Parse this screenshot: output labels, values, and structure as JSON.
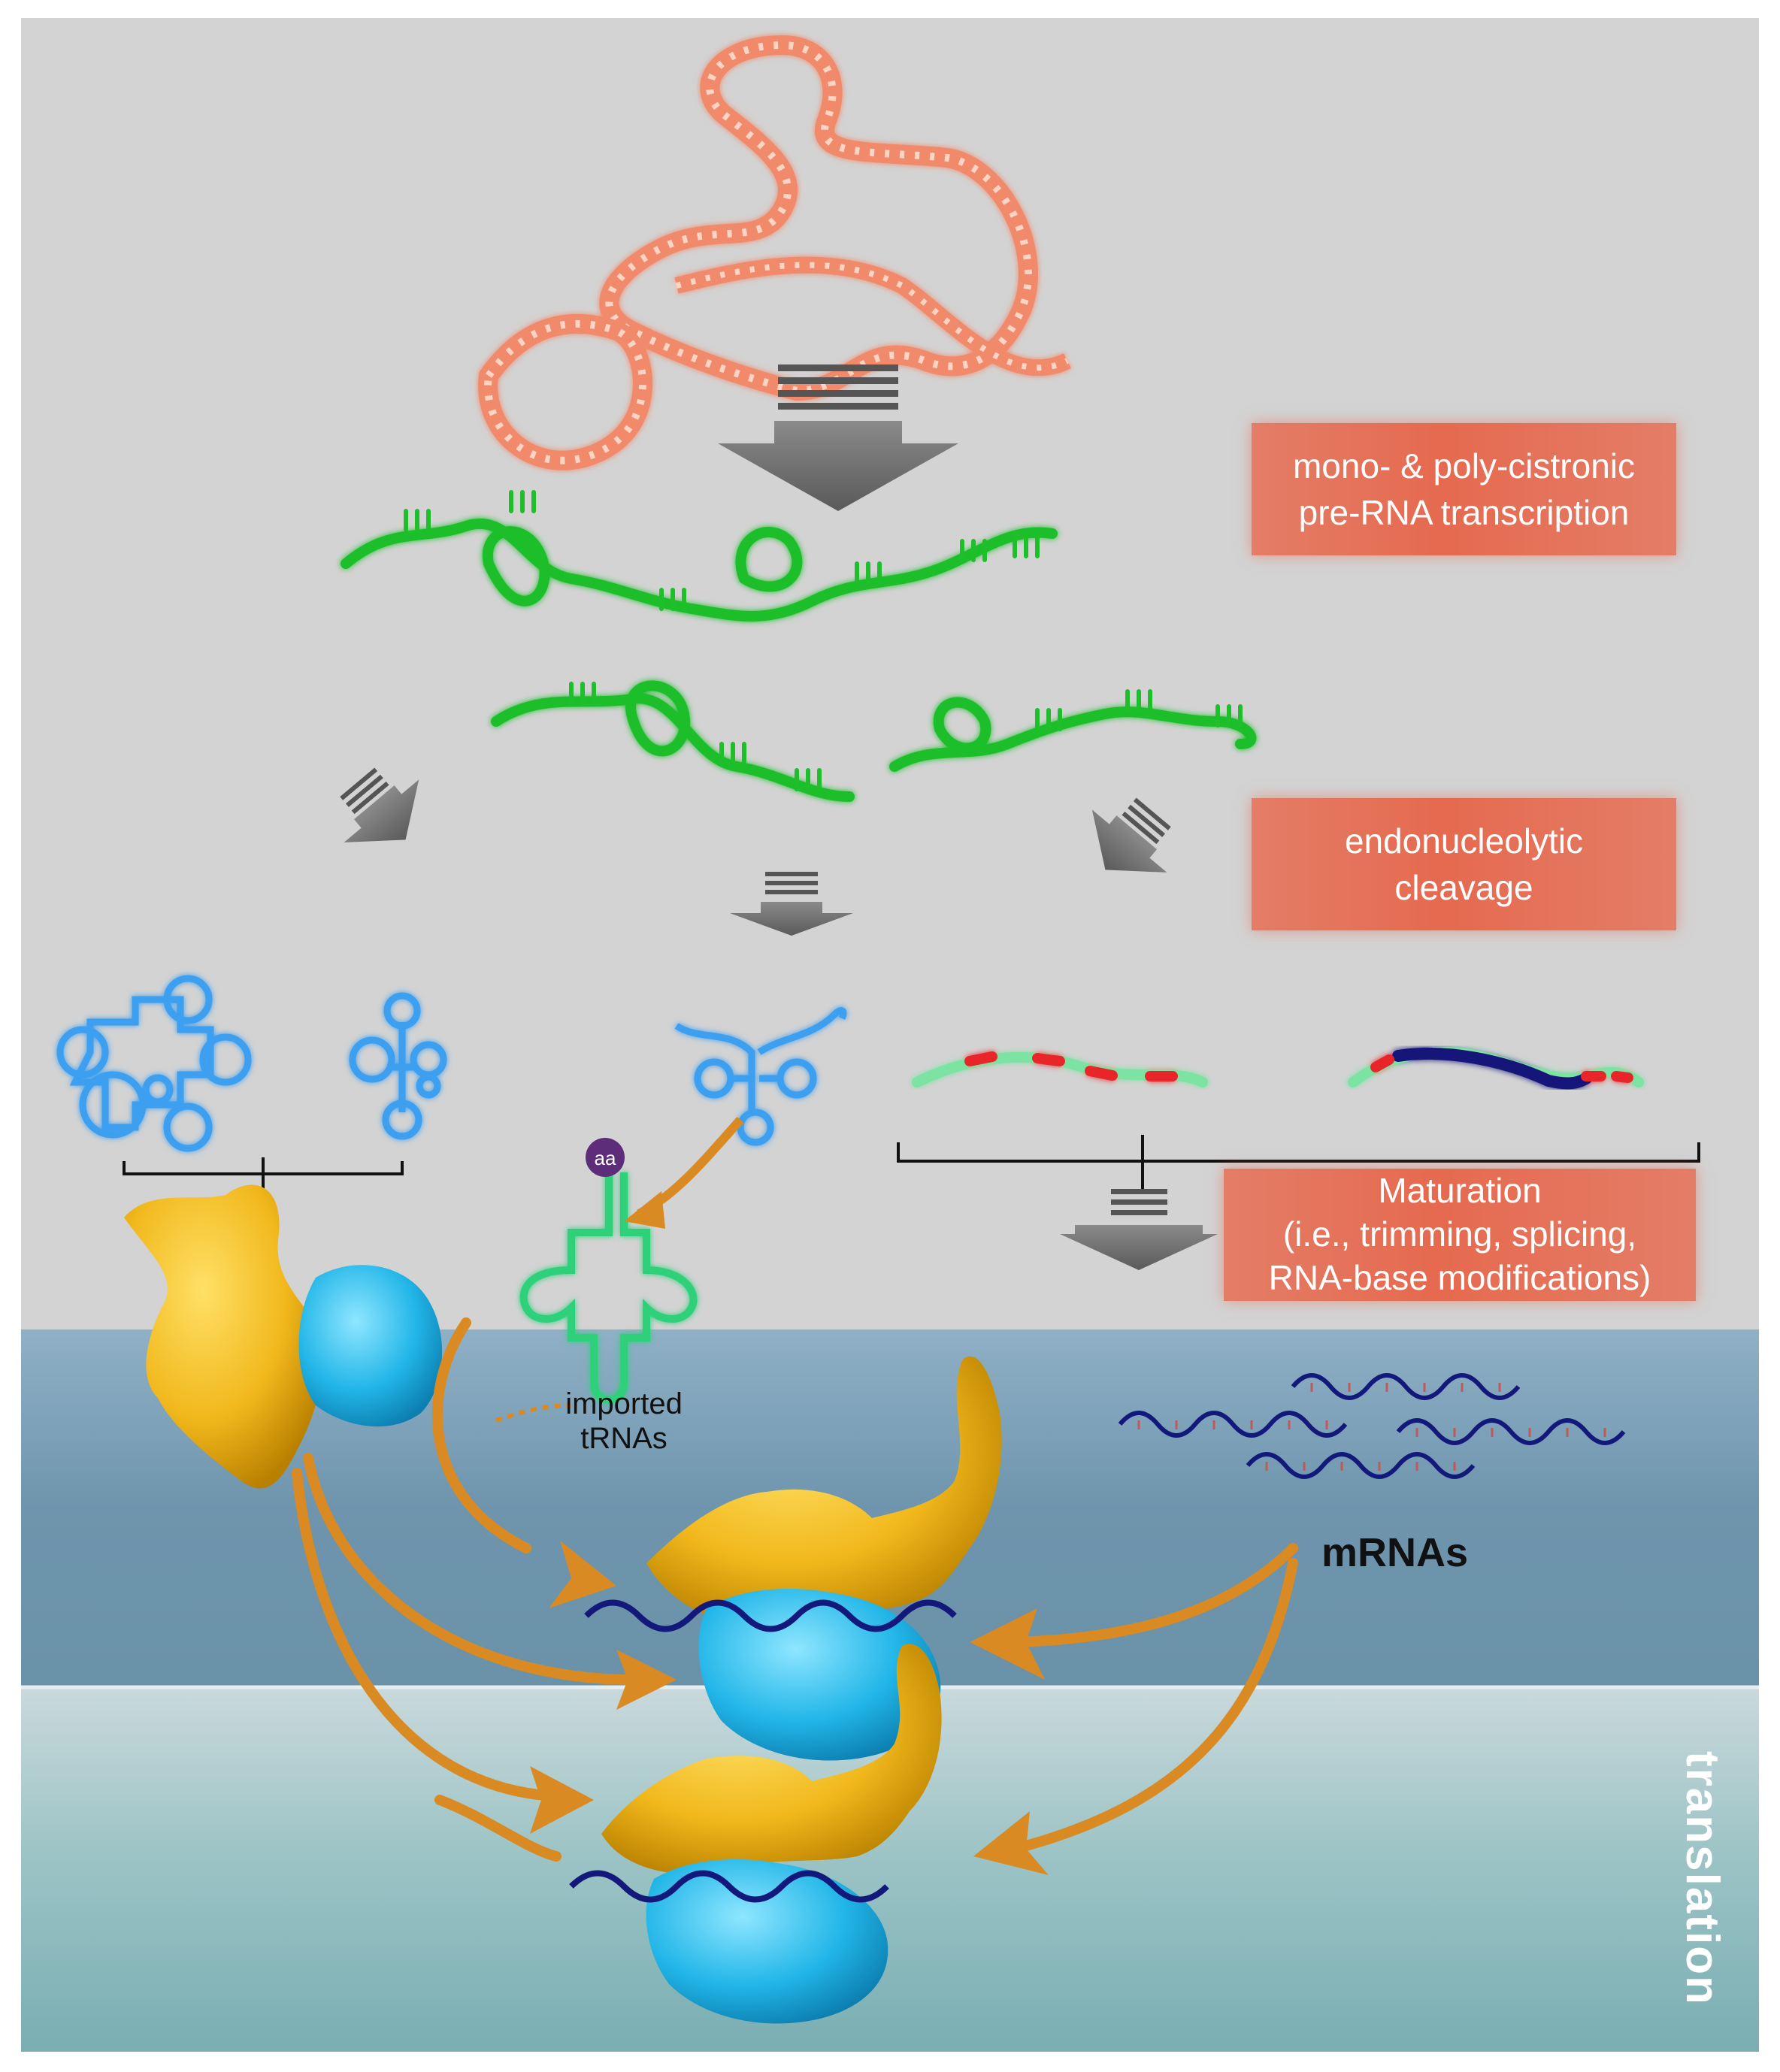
{
  "labels": {
    "transcription": [
      "mono- & poly-cistronic",
      "pre-RNA transcription"
    ],
    "cleavage": [
      "endonucleolytic",
      "cleavage"
    ],
    "maturation": [
      "Maturation",
      "(i.e., trimming, splicing,",
      "RNA-base modifications)"
    ],
    "amino_acid": "aa",
    "imported_trnas": [
      "imported",
      "tRNAs"
    ],
    "mrnas": "mRNAs",
    "translation": "translation"
  },
  "colors": {
    "background_gray": "#d3d3d3",
    "membrane_blue": "#6e95ad",
    "matrix_teal": "#7fb2b6",
    "dna_salmon": "#f08a6a",
    "pre_rna_green": "#1fbf2b",
    "rrna_blue": "#3e9ff0",
    "trna_green": "#2fd07a",
    "mrna_light_green": "#7be3a3",
    "mrna_red": "#e8262a",
    "mrna_navy": "#13197a",
    "ribosome_large": "#f1b81c",
    "ribosome_small": "#22b6e8",
    "arrow_orange": "#d98a22",
    "arrow_gray": "#6a6a6a",
    "amino_acid_purple": "#5e2d7a",
    "label_box": "#e56a4f"
  },
  "icons": [
    "dna-icon",
    "pre-rna-icon",
    "rrna-icon",
    "trna-icon",
    "mrna-icon",
    "ribosome-icon",
    "process-arrow-icon"
  ]
}
